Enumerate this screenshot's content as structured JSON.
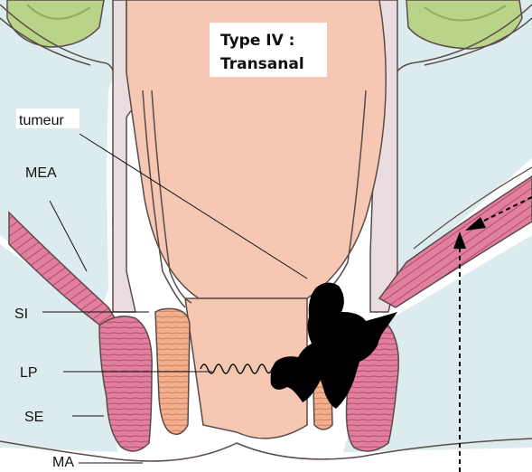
{
  "title": {
    "line1": "Type IV :",
    "line2": "Transanal"
  },
  "labels": {
    "tumeur": "tumeur",
    "mea": "MEA",
    "si": "SI",
    "lp": "LP",
    "se": "SE",
    "ma": "MA"
  },
  "colors": {
    "mucosa": "#f6c8b4",
    "muscle": "#e0809e",
    "muscle_dark": "#b8486c",
    "sphincter_int": "#f2b08e",
    "fat": "#dcecee",
    "bowel_green": "#b9d488",
    "tumor": "#000000",
    "outline": "#5a4a4a"
  }
}
